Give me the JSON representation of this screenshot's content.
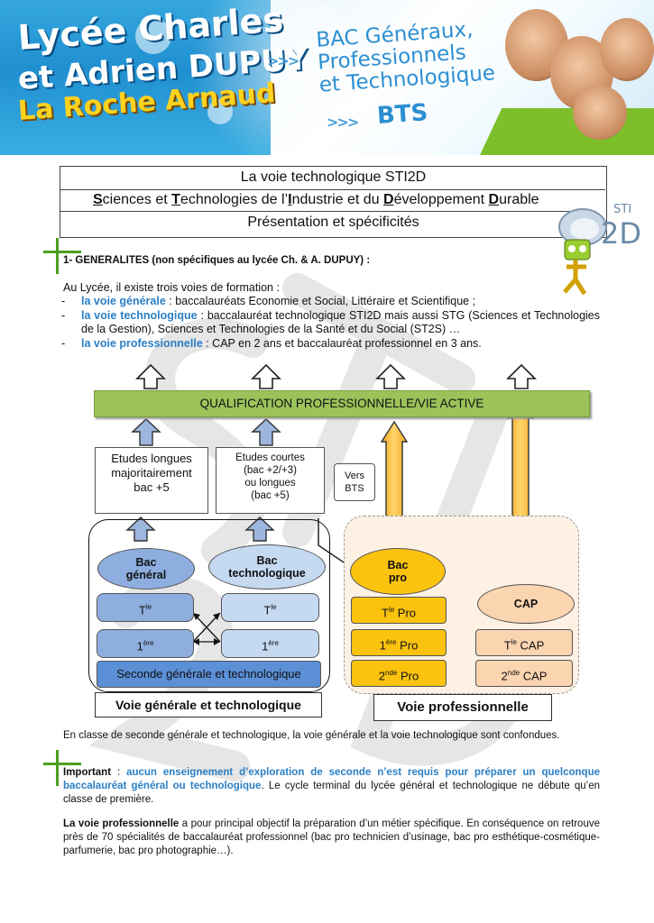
{
  "banner": {
    "school_line1": "Lycée Charles",
    "school_line2": "et Adrien DUPUY",
    "school_line3": "La Roche Arnaud",
    "arrows": ">>>",
    "bac_line1": "BAC Généraux,",
    "bac_line2": "Professionnels",
    "bac_line3": "et Technologique",
    "bts": "BTS"
  },
  "title": {
    "line1": "La voie technologique STI2D",
    "line3": "Présentation et spécificités"
  },
  "logo": {
    "text1": "STI",
    "text2": "2D"
  },
  "section1": {
    "heading": "1- GENERALITES (non spécifiques au lycée Ch. & A. DUPUY) :",
    "intro": "Au Lycée, il existe trois voies de formation :",
    "items": [
      {
        "label": "la voie générale",
        "text": " : baccalauréats Economie et Social, Littéraire et Scientifique ;"
      },
      {
        "label": "la voie technologique",
        "text": " : baccalauréat technologique STI2D mais aussi STG (Sciences et Technologies de la Gestion), Sciences et Technologies de la Santé et du Social (ST2S) …"
      },
      {
        "label": "la voie professionnelle",
        "text": " : CAP en 2 ans et baccalauréat professionnel en 3 ans."
      }
    ]
  },
  "diagram": {
    "qualification": "QUALIFICATION PROFESSIONNELLE/VIE ACTIVE",
    "etudes_longues": [
      "Etudes longues",
      "majoritairement",
      "bac +5"
    ],
    "etudes_courtes": [
      "Etudes courtes",
      "(bac  +2/+3)",
      "ou longues",
      "(bac +5)"
    ],
    "vers_bts": [
      "Vers",
      "BTS"
    ],
    "bac_general": [
      "Bac",
      "général"
    ],
    "bac_techno": [
      "Bac",
      "technologique"
    ],
    "bac_pro": [
      "Bac",
      "pro"
    ],
    "cap": "CAP",
    "terminale": "T",
    "terminale_sup": "le",
    "premiere": "1",
    "premiere_sup": "ère",
    "seconde_gt": "Seconde générale et technologique",
    "tle_pro_sup": "le",
    "pro_suffix": " Pro",
    "tle_cap_suffix": " CAP",
    "seconde_num": "2",
    "seconde_sup": "nde",
    "voie_gt_label": "Voie générale et technologique",
    "voie_pro_label": "Voie professionnelle",
    "colors": {
      "green": "#9bc35a",
      "blue_dark": "#5b8fd6",
      "blue_light": "#c5d9f1",
      "orange": "#f7c46c",
      "pale_orange": "#fbe3c5"
    }
  },
  "note": "En classe de seconde générale et technologique, la voie générale et la voie technologique sont confondues.",
  "important": {
    "label": "Important",
    "colon": " : ",
    "highlight": "aucun enseignement d’exploration de seconde n’est requis pour préparer un quelconque baccalauréat général ou technologique",
    "rest": ". Le cycle terminal du lycée général et technologique ne débute qu’en classe de première."
  },
  "voie_pro": {
    "label": "La voie professionnelle",
    "text": " a pour principal objectif la préparation d’un métier spécifique. En conséquence on retrouve près de 70 spécialités de baccalauréat professionnel (bac pro technicien d’usinage, bac pro esthétique-cosmétique-parfumerie, bac pro photographie…)."
  }
}
